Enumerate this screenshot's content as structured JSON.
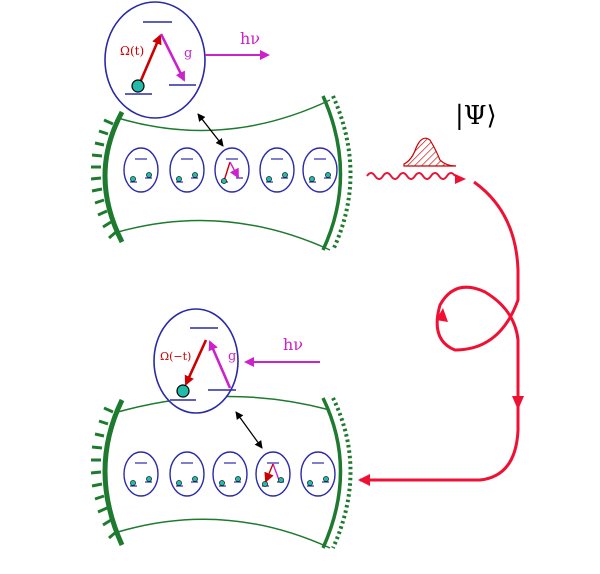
{
  "labels": {
    "rabi_top": "Ω(t)",
    "coupling_top": "g",
    "photon_top": "hν",
    "state": "|Ψ⟩",
    "rabi_bottom": "Ω(−t)",
    "coupling_bottom": "g",
    "photon_bottom": "hν"
  },
  "colors": {
    "mirror": "#1e7a2e",
    "cavity_line": "#1e7a2e",
    "atom_outline": "#2a2aa8",
    "rabi_arrow": "#cc0000",
    "coupling_arrow": "#cc22cc",
    "fiber": "#ee1133",
    "atom_ball": "#22bbaa",
    "double_arrow": "#000000"
  },
  "icons": {
    "photon_pulse": "wave-packet-icon",
    "fiber_loop": "fiber-loop-icon"
  }
}
